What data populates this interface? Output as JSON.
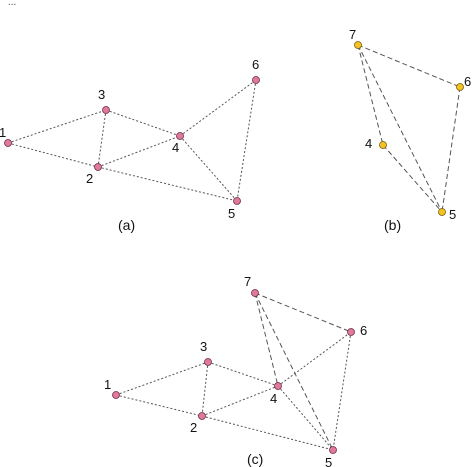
{
  "top_fragment": "...",
  "colors": {
    "node_pink": "#e07a9a",
    "node_pink_stroke": "#6b2a3d",
    "node_yellow": "#f3c326",
    "node_yellow_stroke": "#7a5a00",
    "edge": "#555555"
  },
  "panels": {
    "a": {
      "label": "(a)",
      "nodes": [
        {
          "id": "1",
          "label": "1"
        },
        {
          "id": "2",
          "label": "2"
        },
        {
          "id": "3",
          "label": "3"
        },
        {
          "id": "4",
          "label": "4"
        },
        {
          "id": "5",
          "label": "5"
        },
        {
          "id": "6",
          "label": "6"
        }
      ],
      "edges": [
        [
          "1",
          "3"
        ],
        [
          "1",
          "2"
        ],
        [
          "3",
          "2"
        ],
        [
          "3",
          "4"
        ],
        [
          "2",
          "4"
        ],
        [
          "2",
          "5"
        ],
        [
          "4",
          "5"
        ],
        [
          "4",
          "6"
        ],
        [
          "6",
          "5"
        ]
      ]
    },
    "b": {
      "label": "(b)",
      "nodes": [
        {
          "id": "7",
          "label": "7"
        },
        {
          "id": "6",
          "label": "6"
        },
        {
          "id": "4",
          "label": "4"
        },
        {
          "id": "5",
          "label": "5"
        }
      ],
      "edges": [
        [
          "7",
          "6"
        ],
        [
          "7",
          "4"
        ],
        [
          "7",
          "5"
        ],
        [
          "6",
          "5"
        ],
        [
          "4",
          "5"
        ]
      ]
    },
    "c": {
      "label": "(c)",
      "nodes": [
        {
          "id": "1",
          "label": "1"
        },
        {
          "id": "2",
          "label": "2"
        },
        {
          "id": "3",
          "label": "3"
        },
        {
          "id": "4",
          "label": "4"
        },
        {
          "id": "5",
          "label": "5"
        },
        {
          "id": "6",
          "label": "6"
        },
        {
          "id": "7",
          "label": "7"
        }
      ],
      "edges": [
        [
          "1",
          "3"
        ],
        [
          "1",
          "2"
        ],
        [
          "3",
          "2"
        ],
        [
          "3",
          "4"
        ],
        [
          "2",
          "4"
        ],
        [
          "2",
          "5"
        ],
        [
          "4",
          "5"
        ],
        [
          "4",
          "6"
        ],
        [
          "6",
          "5"
        ],
        [
          "7",
          "6"
        ],
        [
          "7",
          "4"
        ],
        [
          "7",
          "5"
        ]
      ]
    }
  }
}
